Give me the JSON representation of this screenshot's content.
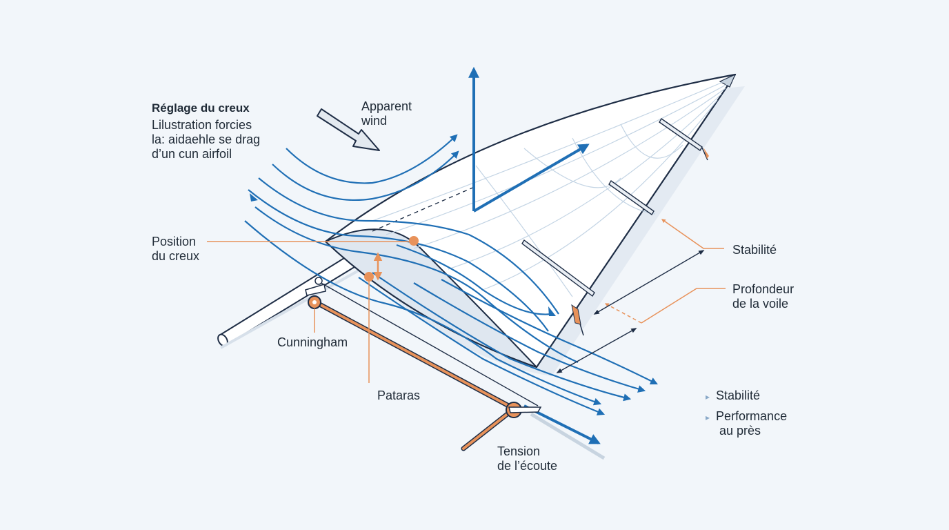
{
  "header": {
    "title": "Réglage du creux",
    "subtitle_lines": [
      "Lilustration forcies",
      "la: aidaehle se drag",
      "d’un cun airfoil"
    ]
  },
  "labels": {
    "apparent_wind": [
      "Apparent",
      "wind"
    ],
    "position_creux": [
      "Position",
      "du creux"
    ],
    "cunningham": "Cunningham",
    "pataras": "Pataras",
    "tension_ecoute": [
      "Tension",
      "de l’écoute"
    ],
    "stabilite_top": "Stabilité",
    "profondeur": [
      "Profondeur",
      "de la voile"
    ]
  },
  "bullets": {
    "item1": "Stabilité",
    "item2_lines": [
      "Performance",
      "au près"
    ]
  },
  "colors": {
    "background": "#f2f6fa",
    "airflow_blue": "#1f6fb5",
    "accent_orange": "#e8925a",
    "outline": "#1e2d45",
    "sail_fill": "#ffffff",
    "shadow": "#d4dee9"
  },
  "icons": {
    "wind_arrow": "hollow-arrow-icon",
    "bullet": "triangle-bullet-icon"
  }
}
